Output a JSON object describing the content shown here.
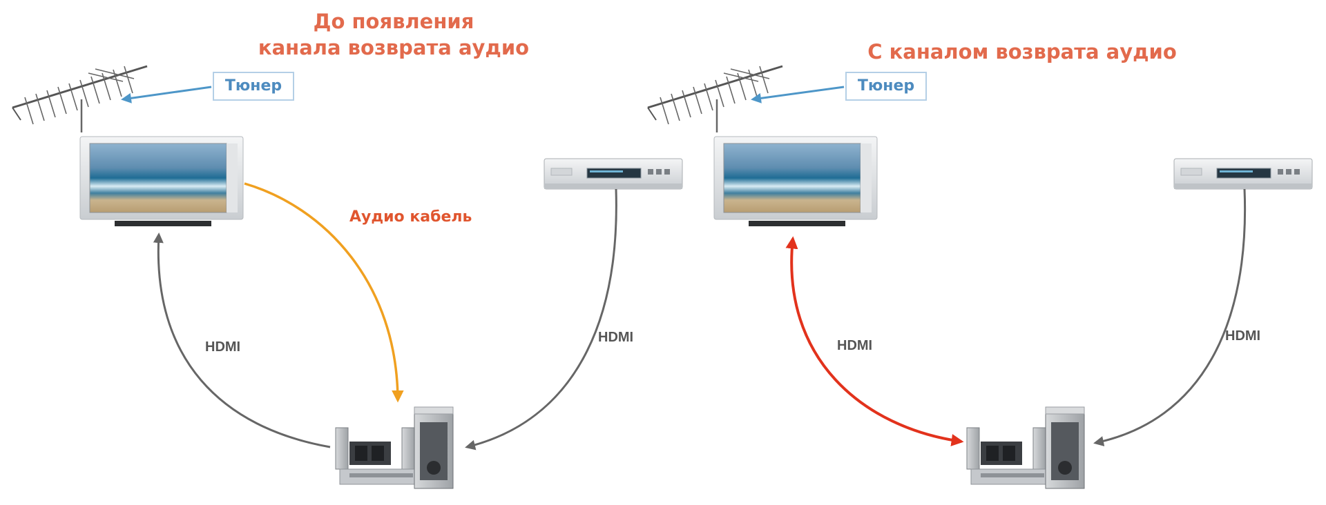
{
  "left_panel": {
    "title_line1": "До появления",
    "title_line2": "канала возврата аудио",
    "tuner_label": "Тюнер",
    "audio_cable_label": "Аудио кабель",
    "hdmi_label_tv": "HDMI",
    "hdmi_label_player": "HDMI"
  },
  "right_panel": {
    "title": "С каналом возврата аудио",
    "tuner_label": "Тюнер",
    "hdmi_label_tv": "HDMI",
    "hdmi_label_player": "HDMI"
  },
  "colors": {
    "title": "#e26a4c",
    "tuner_text": "#4d8bbf",
    "tuner_arrow": "#4d96c8",
    "audio_cable": "#f0a020",
    "hdmi_cable": "#666666",
    "arc_cable": "#e2321c"
  }
}
